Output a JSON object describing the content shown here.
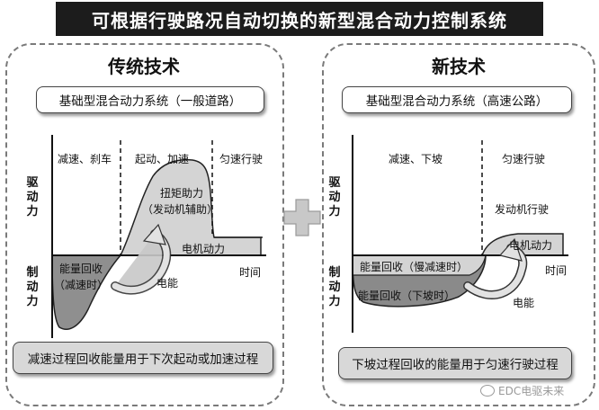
{
  "title": "可根据行驶路况自动切换的新型混合动力控制系统",
  "left": {
    "heading": "传统技术",
    "subtitle": "基础型混合动力系统（一般道路）",
    "axis_drive": [
      "驱",
      "动",
      "力"
    ],
    "axis_brake": [
      "制",
      "动",
      "力"
    ],
    "phase_1": "减速、刹车",
    "phase_2": "起动、加速",
    "phase_3": "匀速行驶",
    "torque_assist_1": "扭矩助力",
    "torque_assist_2": "（发动机辅助）",
    "motor_power": "电机动力",
    "time": "时间",
    "regen_1": "能量回收",
    "regen_2": "（减速时）",
    "electric": "电能",
    "bottom_text": "减速过程回收能量用于下次起动或加速过程"
  },
  "right": {
    "heading": "新技术",
    "subtitle": "基础型混合动力系统（高速公路）",
    "axis_drive": [
      "驱",
      "动",
      "力"
    ],
    "axis_brake": [
      "制",
      "动",
      "力"
    ],
    "phase_1": "减速、下坡",
    "phase_2": "匀速行驶",
    "engine_drive": "发动机行驶",
    "motor_power": "电机动力",
    "time": "时间",
    "regen_slow": "能量回收（慢减速时）",
    "regen_down": "能量回收（下坡时）",
    "electric": "电能",
    "bottom_text": "下坡过程回收的能量用于匀速行驶过程"
  },
  "watermark": "EDC电驱未来",
  "colors": {
    "title_bg": "#1c1c1c",
    "shade_light": "#d4d4d4",
    "shade_dark": "#8a8a8a"
  }
}
